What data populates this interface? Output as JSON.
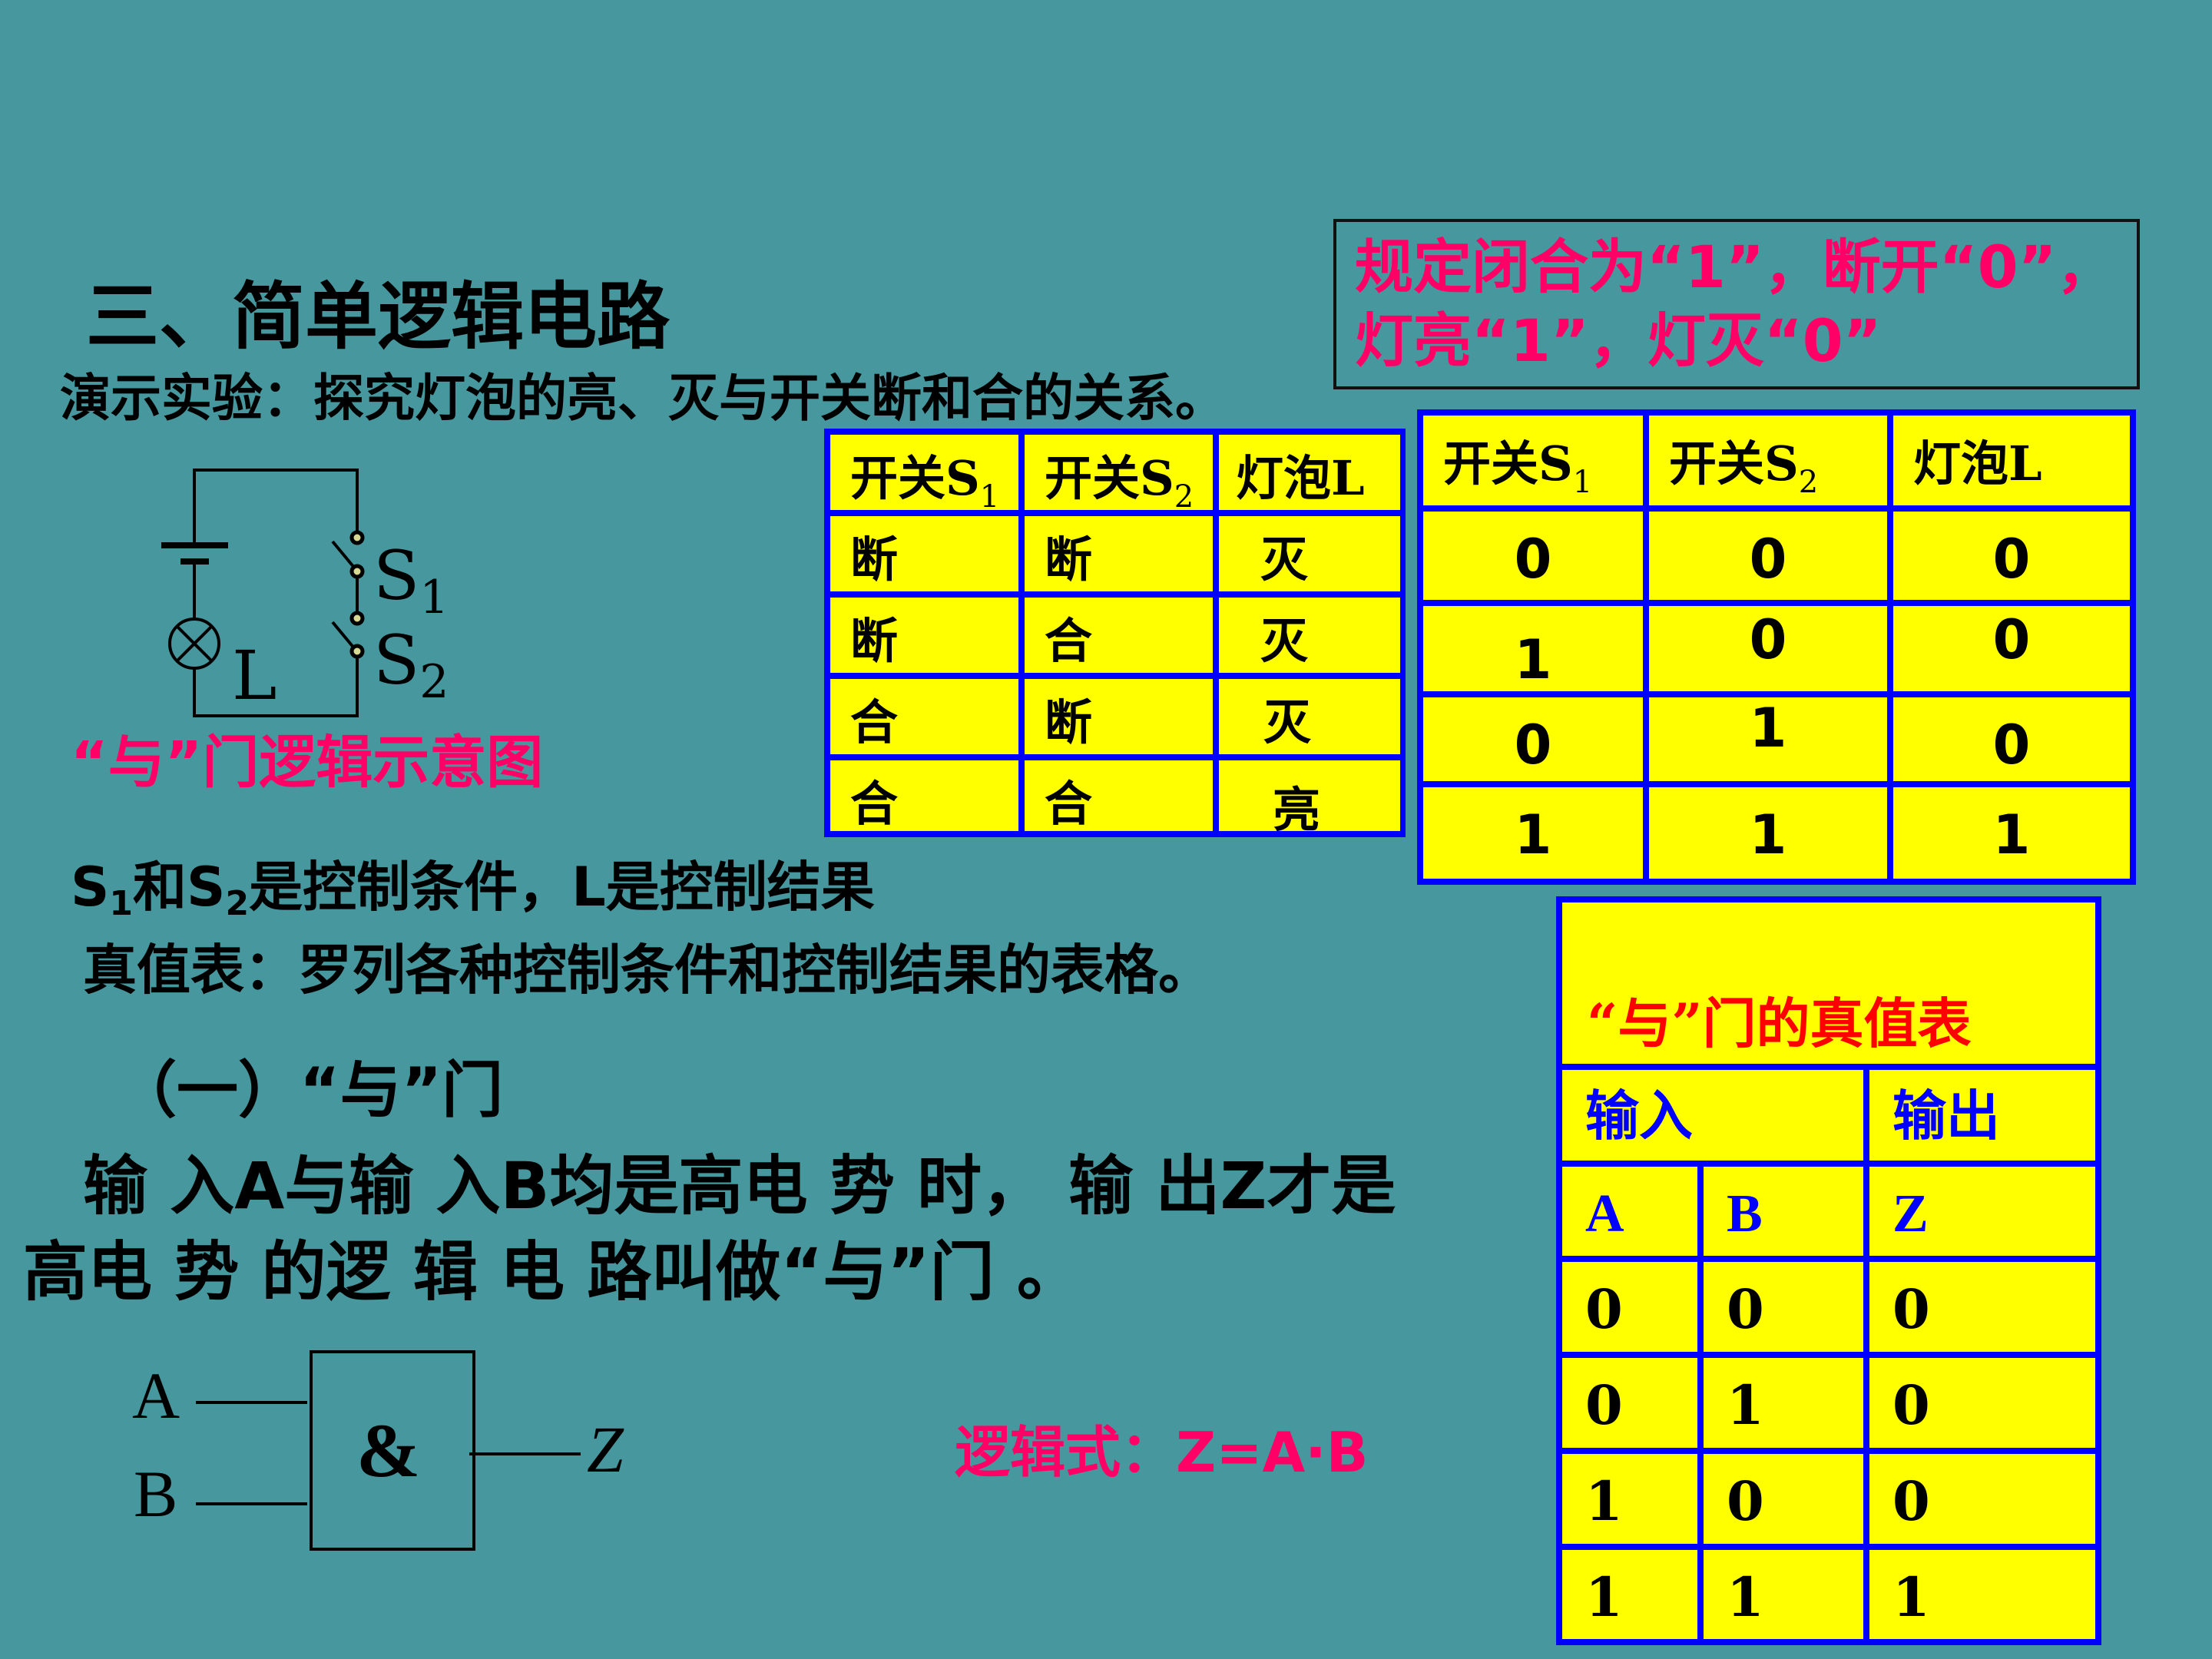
{
  "slide": {
    "title": "三、简单逻辑电路",
    "subtitle": "演示实验：探究灯泡的亮、灭与开关断和合的关系。",
    "note_box": {
      "line1": "规定闭合为“1”，断开“0”，",
      "line2": "灯亮“1”，灯灭“0”"
    },
    "circuit": {
      "caption": "“与”门逻辑示意图",
      "lamp_label": "L",
      "switch1_label": "S",
      "switch1_sub": "1",
      "switch2_label": "S",
      "switch2_sub": "2",
      "battery_icon": "battery-icon",
      "lamp_icon": "lamp-icon",
      "switch_icon": "switch-icon"
    },
    "condition_line": {
      "s1": "S",
      "s1_sub": "1",
      "and": "和",
      "s2": "S",
      "s2_sub": "2",
      "rest": "是控制条件，L是控制结果"
    },
    "truth_table_def": "真值表：罗列各种控制条件和控制结果的表格。",
    "section_heading": "（一）“与”门",
    "definition_line1": "输 入A与输 入B均是高电 势 时， 输 出Z才是",
    "definition_line2": "高电 势 的逻 辑 电 路叫做“与”门 。",
    "gate": {
      "input_a": "A",
      "input_b": "B",
      "symbol": "&",
      "output": "Z"
    },
    "formula": {
      "label": "逻辑式：",
      "expr": "Z=A·B"
    },
    "table_switch_states": {
      "headers": [
        {
          "text": "开关S",
          "sub": "1"
        },
        {
          "text": "开关S",
          "sub": "2"
        },
        {
          "text": "灯泡L",
          "sub": ""
        }
      ],
      "rows": [
        [
          "断",
          "断",
          "灭"
        ],
        [
          "断",
          "合",
          "灭"
        ],
        [
          "合",
          "断",
          "灭"
        ],
        [
          "合",
          "合",
          "亮"
        ]
      ]
    },
    "table_binary_states": {
      "headers": [
        {
          "text": "开关S",
          "sub": "1"
        },
        {
          "text": "开关S",
          "sub": "2"
        },
        {
          "text": "灯泡L",
          "sub": ""
        }
      ],
      "rows": [
        [
          "0",
          "0",
          "0"
        ],
        [
          "1",
          "0",
          "0"
        ],
        [
          "0",
          "1",
          "0"
        ],
        [
          "1",
          "1",
          "1"
        ]
      ]
    },
    "table_and_gate": {
      "title": "“与”门的真值表",
      "input_header": "输入",
      "output_header": "输出",
      "columns": [
        "A",
        "B",
        "Z"
      ],
      "rows": [
        [
          "0",
          "0",
          "0"
        ],
        [
          "0",
          "1",
          "0"
        ],
        [
          "1",
          "0",
          "0"
        ],
        [
          "1",
          "1",
          "1"
        ]
      ]
    },
    "colors": {
      "background": "#46979E",
      "table_fill": "#FFFF00",
      "table_border": "#0000FF",
      "accent_pink": "#FF0066",
      "accent_red": "#FF0000"
    }
  }
}
